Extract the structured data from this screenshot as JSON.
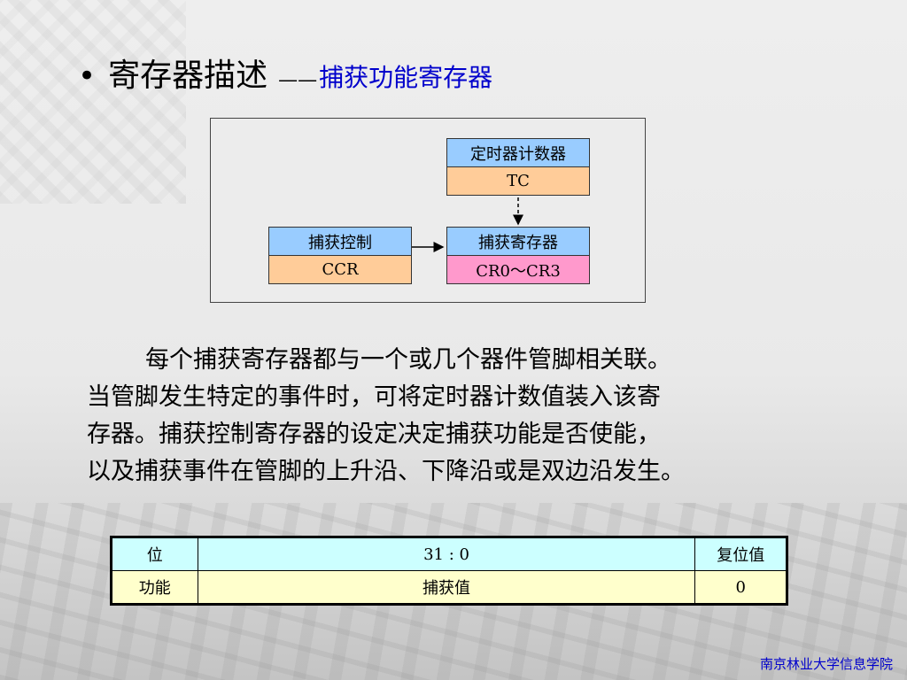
{
  "title": {
    "bullet": "•",
    "main": "寄存器描述",
    "dash": "——",
    "sub": "捕获功能寄存器"
  },
  "diagram": {
    "timer_counter": {
      "name": "定时器计数器",
      "abbr": "TC"
    },
    "capture_control": {
      "name": "捕获控制",
      "abbr": "CCR"
    },
    "capture_register": {
      "name": "捕获寄存器",
      "abbr": "CR0～CR3"
    }
  },
  "paragraph": {
    "line1": "每个捕获寄存器都与一个或几个器件管脚相关联。",
    "line2": "当管脚发生特定的事件时，可将定时器计数值装入该寄",
    "line3": "存器。捕获控制寄存器的设定决定捕获功能是否使能，",
    "line4": "以及捕获事件在管脚的上升沿、下降沿或是双边沿发生。"
  },
  "register_table": {
    "header": [
      "位",
      "31 : 0",
      "复位值"
    ],
    "row": [
      "功能",
      "捕获值",
      "0"
    ]
  },
  "footer": "南京林业大学信息学院",
  "colors": {
    "title_blue": "#0000cc",
    "box_blue": "#99ccff",
    "box_tan": "#ffcc99",
    "box_pink": "#ff99cc",
    "table_header": "#ccffff",
    "table_body": "#ffffcc"
  }
}
